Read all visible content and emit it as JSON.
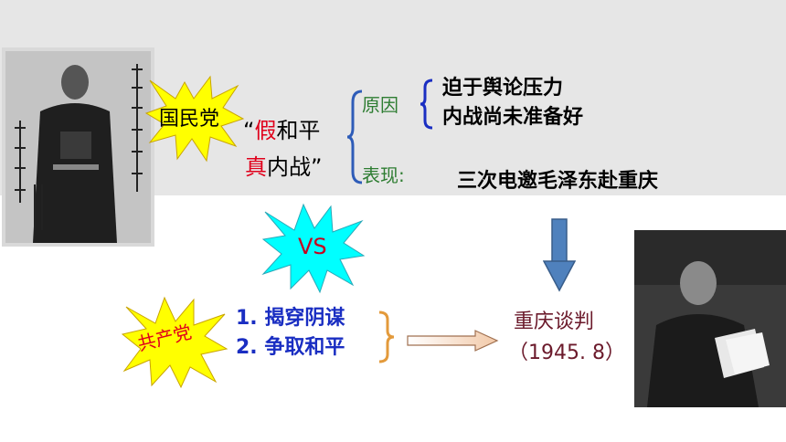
{
  "kmt": {
    "label": "国民党",
    "slogan_line1": {
      "open_quote": "“",
      "first": "假",
      "rest": "和平"
    },
    "slogan_line2": {
      "first": "真",
      "rest": "内战”"
    },
    "reason_label": "原因",
    "reasons": [
      "迫于舆论压力",
      "内战尚未准备好"
    ],
    "expression_label": "表现:",
    "expression": "三次电邀毛泽东赴重庆"
  },
  "vs_label": "VS",
  "cpc": {
    "label": "共产党",
    "items": [
      "1. 揭穿阴谋",
      "2. 争取和平"
    ]
  },
  "result": {
    "title": "重庆谈判",
    "date": "（1945. 8）"
  },
  "colors": {
    "band": "#e6e6e6",
    "burst_yellow": "#ffff00",
    "burst_cyan": "#00ffff",
    "blue_text": "#1a2ec2",
    "green_text": "#2e7d32",
    "red_text": "#e0001b",
    "maroon_text": "#6b1a2b",
    "arrow_blue": "#4f81bd"
  },
  "icons": [
    "explosion-burst-icon",
    "down-arrow-icon",
    "right-arrow-icon",
    "brace-icon"
  ]
}
